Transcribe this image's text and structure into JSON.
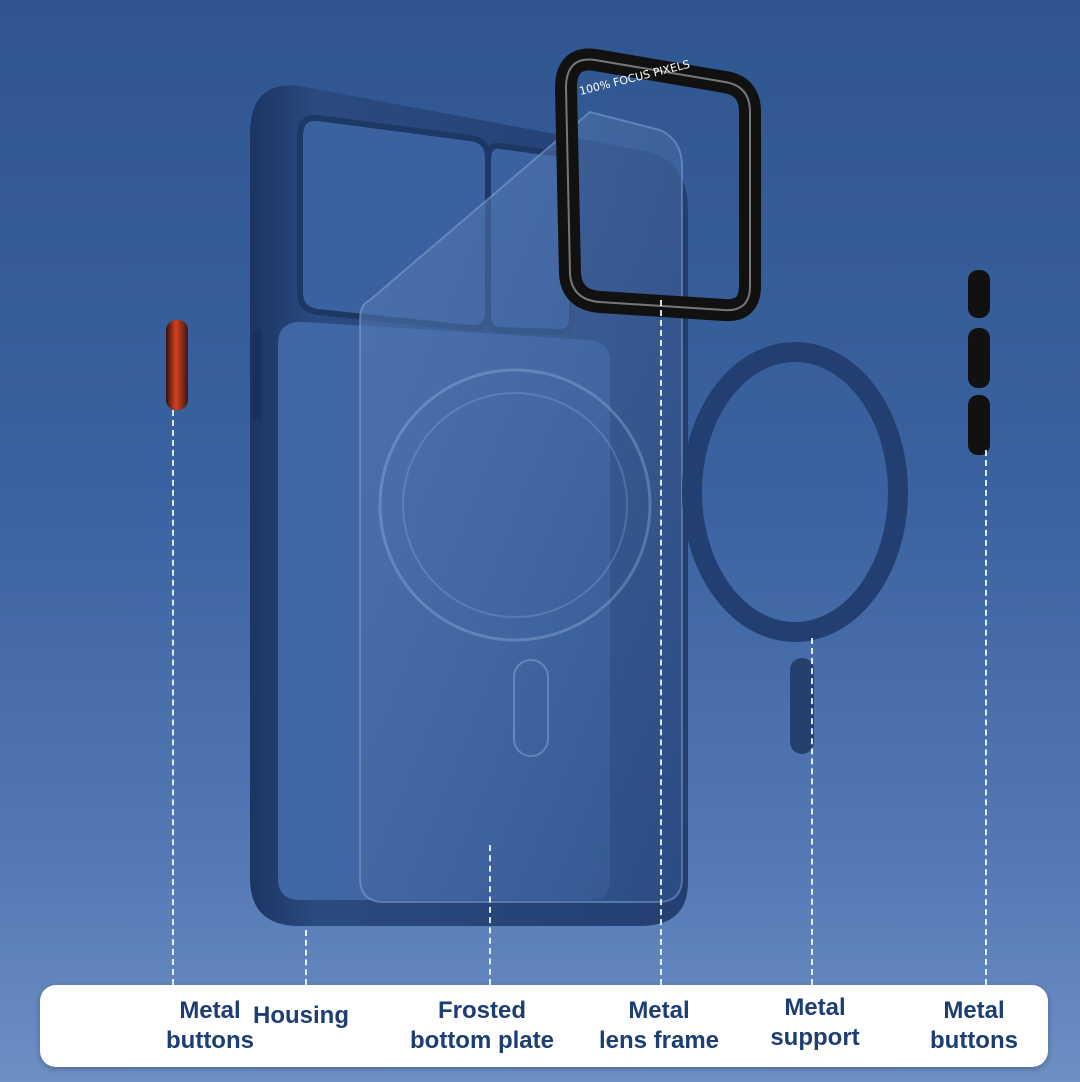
{
  "ring_text": "100% FOCUS PIXELS",
  "labels": {
    "metal_buttons_left": {
      "line1": "Metal",
      "line2": "buttons"
    },
    "housing": {
      "line1": "Housing"
    },
    "frosted_bottom_plate": {
      "line1": "Frosted",
      "line2": "bottom plate"
    },
    "metal_lens_frame": {
      "line1": "Metal",
      "line2": "lens frame"
    },
    "metal_support": {
      "line1": "Metal",
      "line2": "support"
    },
    "metal_buttons_right": {
      "line1": "Metal",
      "line2": "buttons"
    }
  },
  "colors": {
    "label_text": "#1d3e72",
    "case_frame": "#24406f",
    "ring": "#233f72",
    "button_red": "#d7401c"
  }
}
